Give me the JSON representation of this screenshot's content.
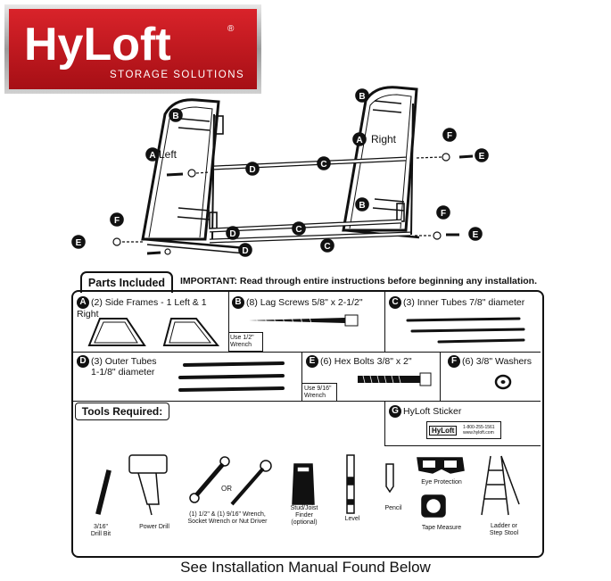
{
  "brand": {
    "name": "HyLoft",
    "registered": "®",
    "tagline": "STORAGE SOLUTIONS",
    "colors": {
      "red": "#c4161c",
      "silver": "#9a9a9a"
    }
  },
  "diagram": {
    "callouts": [
      "A",
      "B",
      "C",
      "D",
      "E",
      "F"
    ],
    "left_label": "Left",
    "right_label": "Right"
  },
  "parts_tab": "Parts Included",
  "important": "IMPORTANT: Read through entire instructions before beginning any installation.",
  "parts": [
    {
      "letter": "A",
      "name": "(2) Side Frames - 1 Left & 1 Right"
    },
    {
      "letter": "B",
      "name": "(8) Lag Screws 5/8\" x 2-1/2\"",
      "note": "Use 1/2\" Wrench"
    },
    {
      "letter": "C",
      "name": "(3) Inner Tubes 7/8\" diameter"
    },
    {
      "letter": "D",
      "name": "(3) Outer Tubes",
      "name2": "1-1/8\" diameter"
    },
    {
      "letter": "E",
      "name": "(6) Hex Bolts 3/8\" x 2\"",
      "note": "Use 9/16\" Wrench"
    },
    {
      "letter": "F",
      "name": "(6) 3/8\" Washers"
    },
    {
      "letter": "G",
      "name": "HyLoft Sticker",
      "sticker_brand": "HyLoft",
      "sticker_phone": "1-800-255-1561",
      "sticker_web": "www.hyloft.com"
    }
  ],
  "tools_title": "Tools Required:",
  "tools": {
    "drill_bit": [
      "3/16\"",
      "Drill Bit"
    ],
    "power_drill": "Power Drill",
    "or": "OR",
    "wrench": [
      "(1) 1/2\" & (1) 9/16\" Wrench,",
      "Socket Wrench or Nut Driver"
    ],
    "stud_finder": [
      "Stud/Joist",
      "Finder",
      "(optional)"
    ],
    "level": "Level",
    "pencil": "Pencil",
    "eye_protection": "Eye Protection",
    "tape_measure": "Tape Measure",
    "ladder": [
      "Ladder or",
      "Step Stool"
    ]
  },
  "footer": "See Installation Manual Found Below"
}
